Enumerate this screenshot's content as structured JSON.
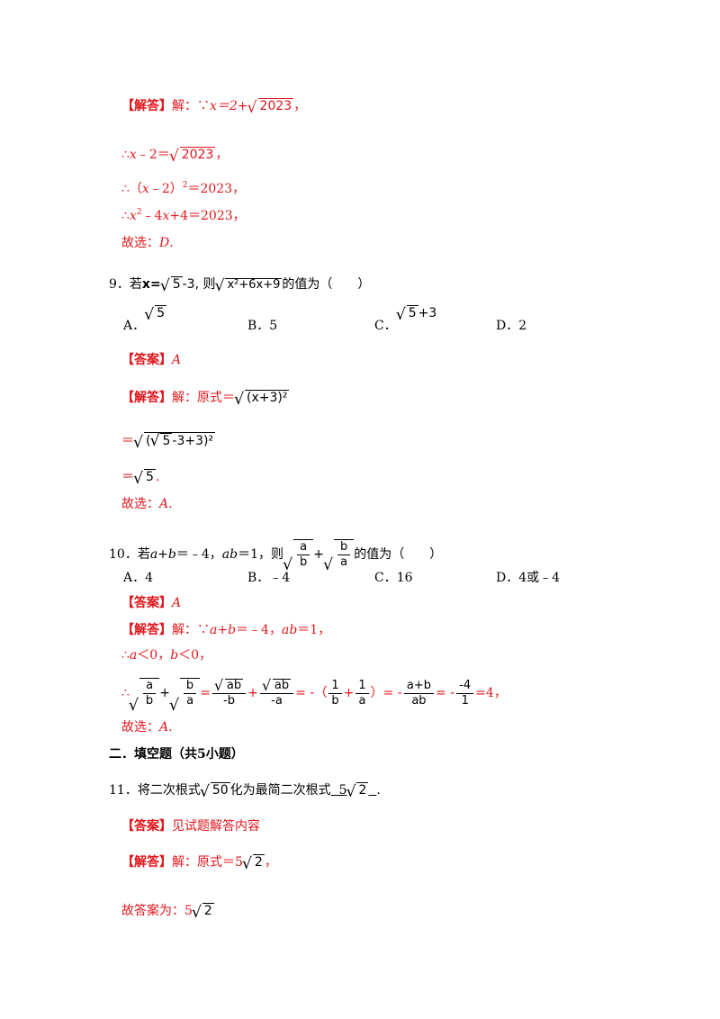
{
  "block1": {
    "jieda_tag": "【解答】",
    "jie": "解：∵",
    "x1": "x＝2+",
    "r2023a": "2023",
    "comma": "，",
    "l2a": "∴",
    "l2b": "x",
    "l2c": "﹣2＝",
    "r2023b": "2023",
    "l3a": "∴（",
    "l3b": "x",
    "l3c": "﹣2）",
    "l3sup": "2",
    "l3d": "＝2023，",
    "l4a": "∴",
    "l4b": "x",
    "l4sup": "2",
    "l4c": "﹣4",
    "l4d": "x",
    "l4e": "+4＝2023，",
    "xuan": "故选：",
    "xuan_ans": "D",
    "dot": "."
  },
  "q9": {
    "num": "9．若",
    "x_eq": "x=",
    "r5": "5",
    "minus3": "-3,",
    "ze": " 则",
    "rad_content": "x²+6x+9",
    "tail": "的值为（　　）",
    "optA_label": "A．",
    "optA_rad": "5",
    "optB": "B．5",
    "optC_label": "C．",
    "optC_rad": "5",
    "optC_tail": "+3",
    "optD": "D．2",
    "ans_tag": "【答案】",
    "ans_val": "A",
    "jieda_tag": "【解答】",
    "jie": "解：原式＝",
    "s1_rad": "(x+3)²",
    "eq": "＝",
    "s2_inner_rad": "5",
    "s2_tail": "-3+3)²",
    "s2_head": "(",
    "s3_rad": "5",
    "period": ".",
    "xuan": "故选：",
    "xuan_ans": "A",
    "dot": "."
  },
  "q10": {
    "num": "10．若",
    "cond": "a+b",
    "cond2": "＝﹣4，",
    "cond3": "ab",
    "cond4": "＝1，则",
    "fa_num": "a",
    "fa_den": "b",
    "plus": "+",
    "fb_num": "b",
    "fb_den": "a",
    "tail": "的值为（　　）",
    "optA": "A．4",
    "optB": "B．﹣4",
    "optC": "C．16",
    "optD": "D．4或﹣4",
    "ans_tag": "【答案】",
    "ans_val": "A",
    "jieda_tag": "【解答】",
    "jie": "解：∵",
    "s1a": "a+b",
    "s1b": "＝﹣4，",
    "s1c": "ab",
    "s1d": "＝1，",
    "s2a": "∴",
    "s2b": "a",
    "s2c": "＜0，",
    "s2d": "b",
    "s2e": "＜0，",
    "therefore": "∴",
    "c1n": "a",
    "c1d": "b",
    "c2n": "b",
    "c2d": "a",
    "c3n": "ab",
    "c3d": "-b",
    "c4n": "ab",
    "c4d": "-a",
    "k1n": "1",
    "k1d": "b",
    "k2n": "1",
    "k2d": "a",
    "k3n": "a+b",
    "k3d": "ab",
    "k4n": "-4",
    "k4d": "1",
    "eq": "=",
    "eqminus": "= -",
    "lpar": "（",
    "rpar": "）",
    "result": "=4，",
    "xuan": "故选：",
    "xuan_ans": "A",
    "dot": "."
  },
  "section2": {
    "title": "二．填空题（共5小题）"
  },
  "q11": {
    "num": "11．将二次根式",
    "r50": "50",
    "mid": "化为最简二次根式",
    "blank_a": "5",
    "blank_rad": "2",
    "end": ".",
    "ans_tag": "【答案】",
    "ans_val": "见试题解答内容",
    "jieda_tag": "【解答】",
    "jie": "解：原式＝5",
    "jie_rad": "2",
    "comma": "，",
    "final": "故答案为：5",
    "final_rad": "2"
  }
}
